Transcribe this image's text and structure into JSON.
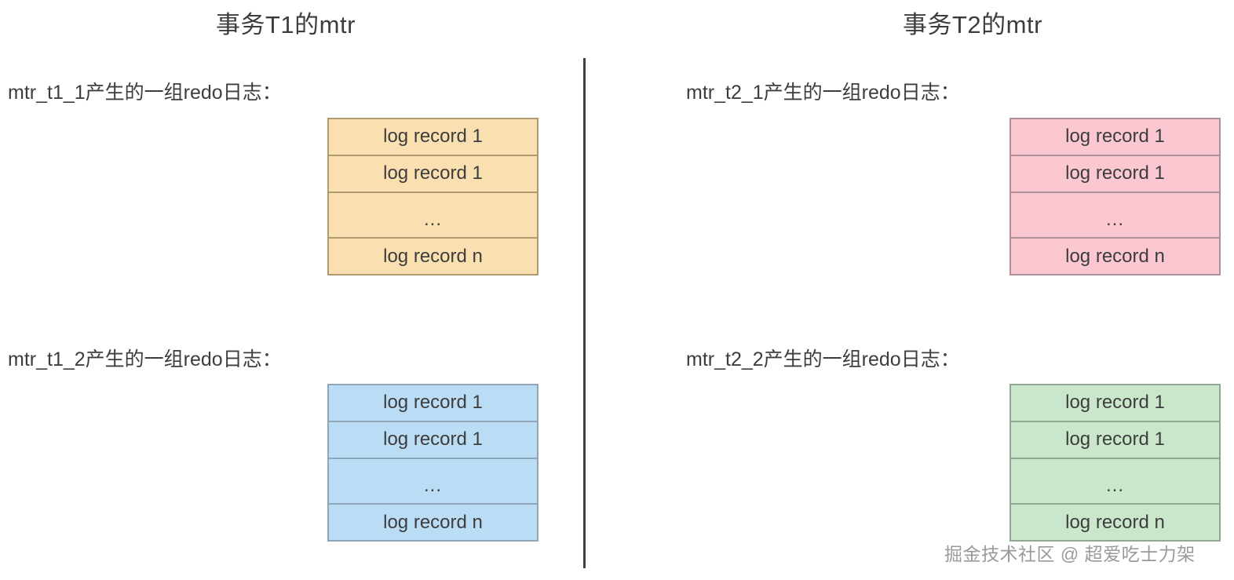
{
  "titles": {
    "left": "事务T1的mtr",
    "right": "事务T2的mtr"
  },
  "captions": {
    "t1_1": "mtr_t1_1产生的一组redo日志：",
    "t1_2": "mtr_t1_2产生的一组redo日志：",
    "t2_1": "mtr_t2_1产生的一组redo日志：",
    "t2_2": "mtr_t2_2产生的一组redo日志："
  },
  "tables": {
    "t1_1": {
      "color": "#fae0b0",
      "rows": [
        "log record 1",
        "log record 1",
        "...",
        "log record n"
      ]
    },
    "t1_2": {
      "color": "#bbdcf5",
      "rows": [
        "log record 1",
        "log record 1",
        "...",
        "log record n"
      ]
    },
    "t2_1": {
      "color": "#fbc8d2",
      "rows": [
        "log record 1",
        "log record 1",
        "...",
        "log record n"
      ]
    },
    "t2_2": {
      "color": "#cae7cc",
      "rows": [
        "log record 1",
        "log record 1",
        "...",
        "log record n"
      ]
    }
  },
  "watermark": "掘金技术社区 @ 超爱吃士力架"
}
